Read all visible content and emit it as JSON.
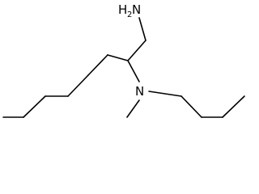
{
  "structure": {
    "atoms": {
      "nh2": {
        "element": "N",
        "hydrogens": "H",
        "subscript": "2"
      },
      "n": {
        "element": "N"
      }
    },
    "colors": {
      "ink": "#000000",
      "background": "#ffffff"
    }
  }
}
